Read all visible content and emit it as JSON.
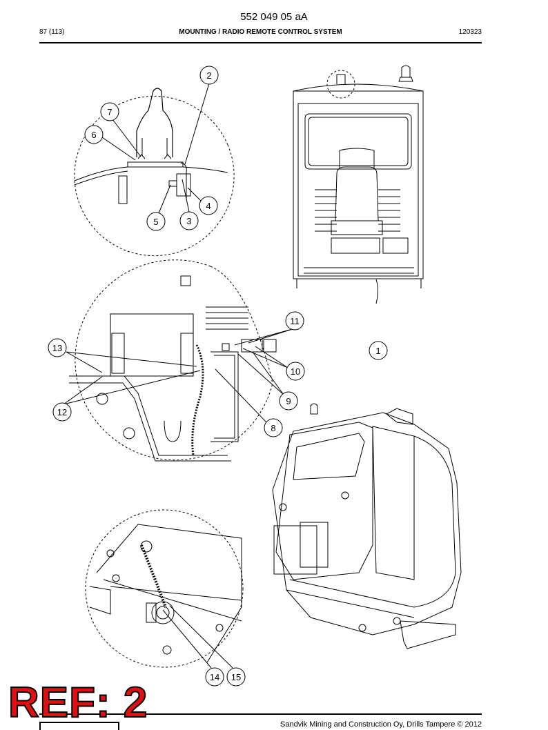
{
  "header": {
    "document_number": "552 049 05 aA",
    "page": "87 (113)",
    "title": "MOUNTING / RADIO REMOTE CONTROL SYSTEM",
    "date_code": "120323"
  },
  "footer": {
    "copyright": "Sandvik Mining and Construction Oy, Drills Tampere © 2012"
  },
  "stamp": {
    "text": "REF: 2",
    "color": "#e01010"
  },
  "callouts": [
    "1",
    "2",
    "3",
    "4",
    "5",
    "6",
    "7",
    "8",
    "9",
    "10",
    "11",
    "12",
    "13",
    "14",
    "15"
  ]
}
